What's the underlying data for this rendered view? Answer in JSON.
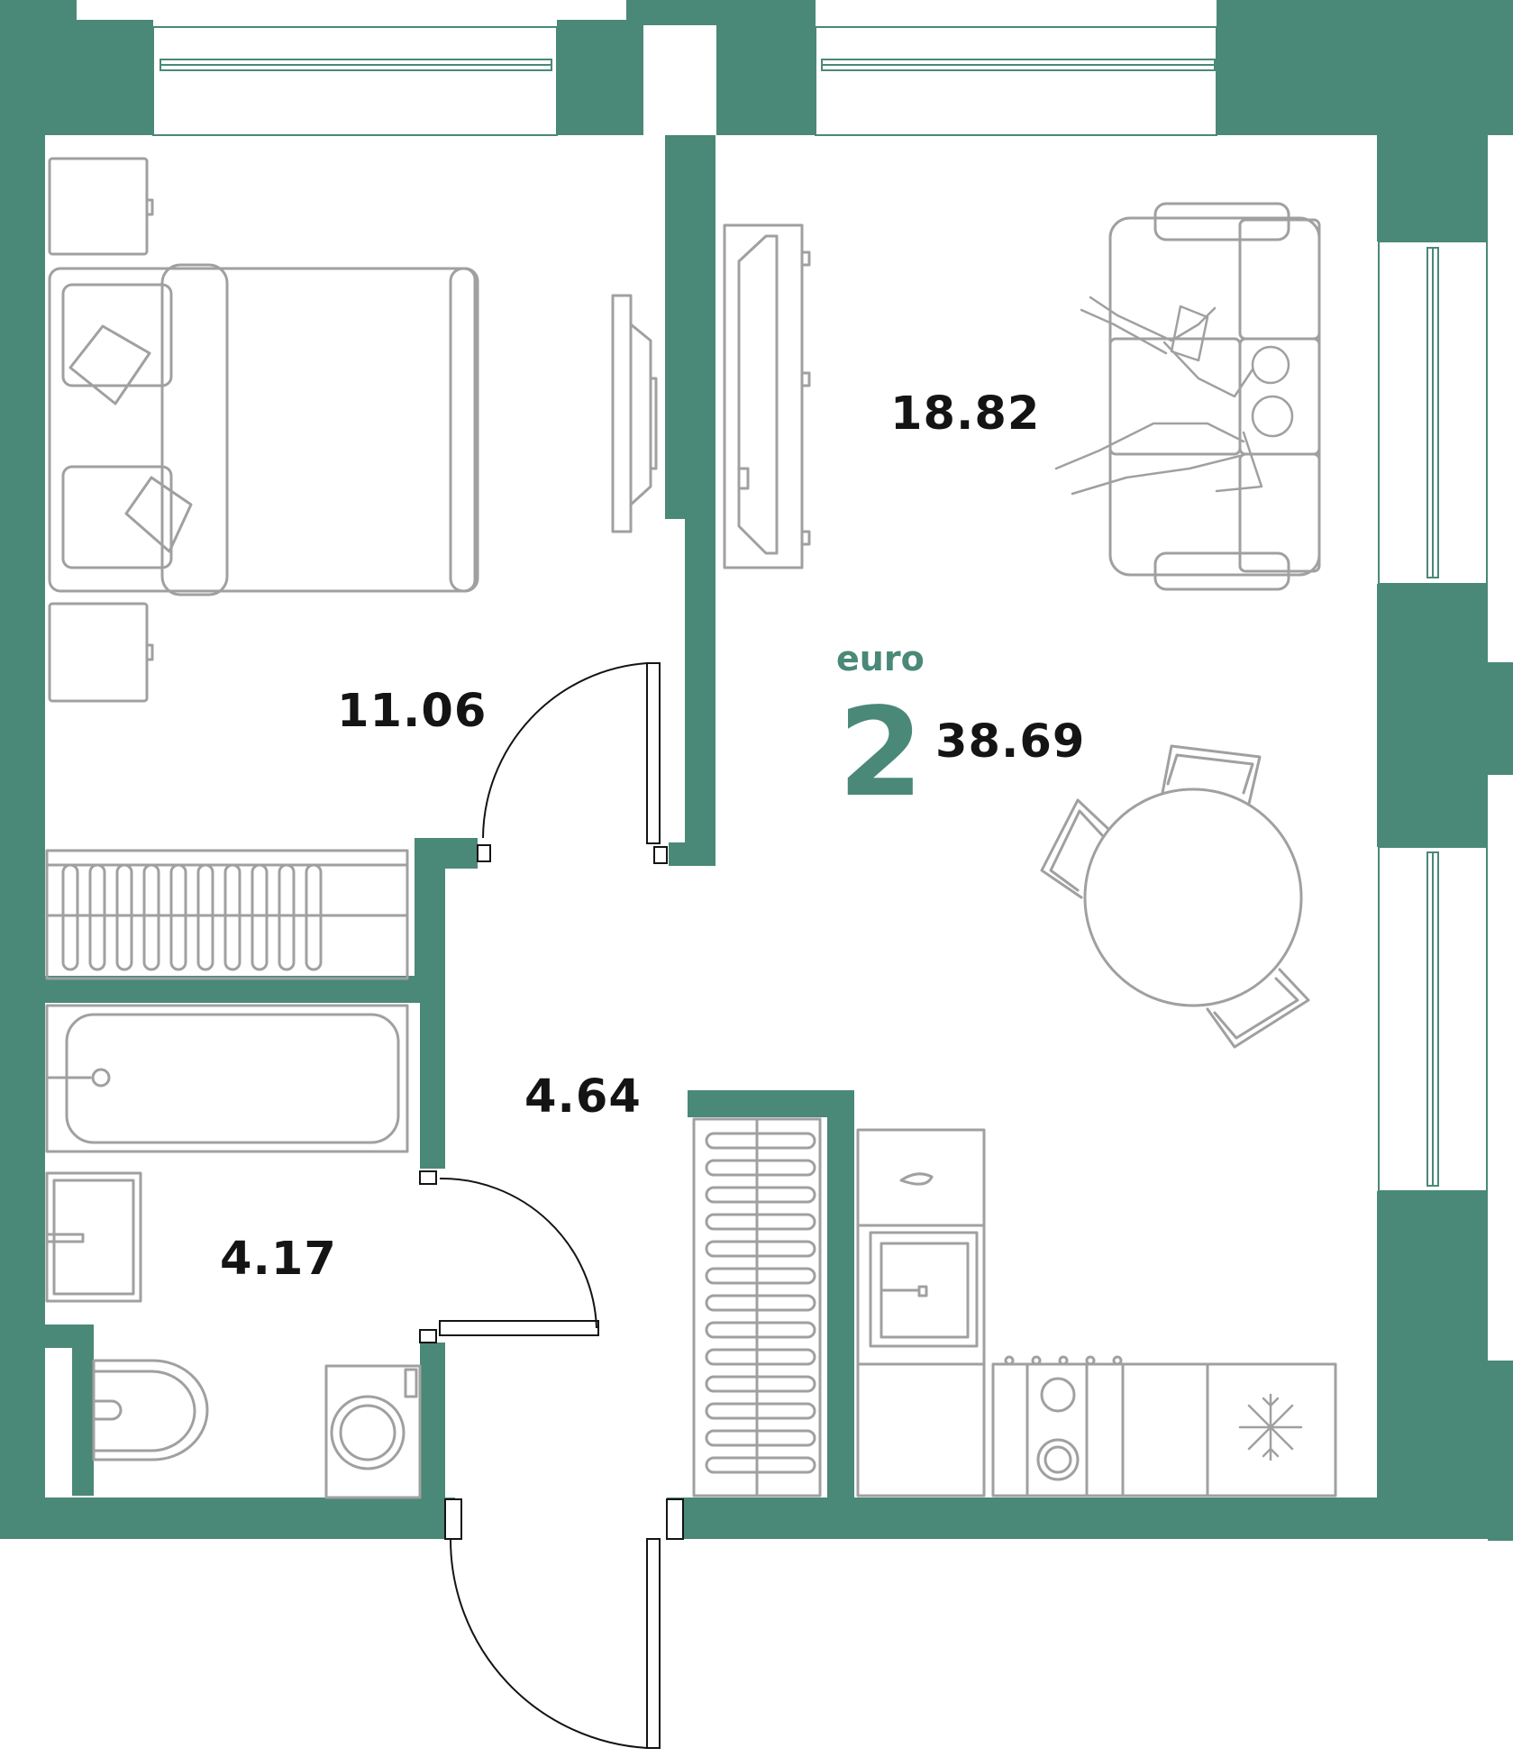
{
  "colors": {
    "wall": "#4a8877",
    "furniture_stroke": "#a0a0a0",
    "label_text": "#141414",
    "accent_text": "#4a8877",
    "background": "#ffffff"
  },
  "plan": {
    "rooms": {
      "bedroom": {
        "area": "11.06"
      },
      "living_kitchen": {
        "area": "18.82"
      },
      "hallway": {
        "area": "4.64"
      },
      "bathroom": {
        "area": "4.17"
      }
    },
    "summary": {
      "layout_type": "euro",
      "room_count": "2",
      "total_area": "38.69"
    },
    "icons": [
      "bed-icon",
      "sofa-icon",
      "tv-icon",
      "dining-table-icon",
      "bathtub-icon",
      "toilet-icon",
      "washing-machine-icon",
      "sink-icon",
      "stove-icon",
      "fridge-icon",
      "snowflake-icon",
      "radiator-icon",
      "wardrobe-icon",
      "nightstand-icon",
      "door-swing-icon",
      "window-icon",
      "people-icon"
    ]
  }
}
